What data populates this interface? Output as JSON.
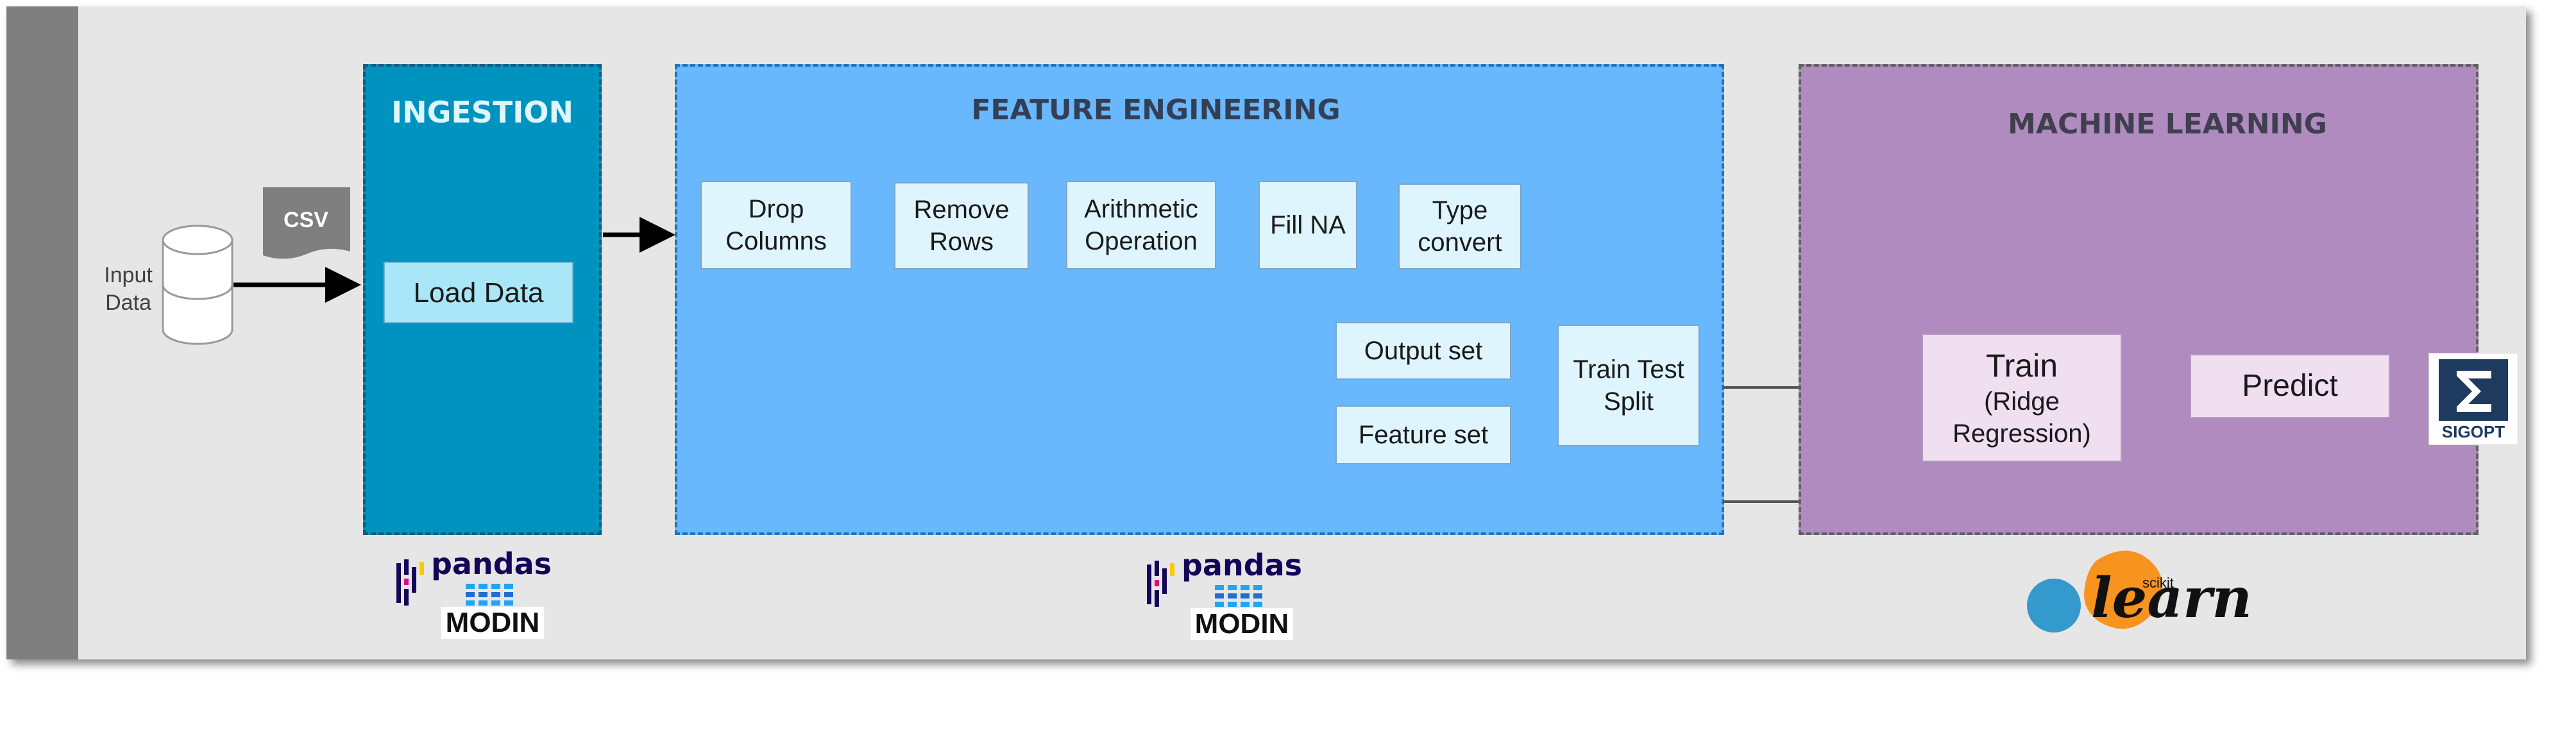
{
  "sections": {
    "ingestion": {
      "title": "INGESTION",
      "node": "Load Data"
    },
    "feature_engineering": {
      "title": "FEATURE ENGINEERING",
      "steps": [
        "Drop Columns",
        "Remove Rows",
        "Arithmetic Operation",
        "Fill NA",
        "Type convert"
      ],
      "output_set": "Output set",
      "feature_set": "Feature set",
      "split": "Train Test Split"
    },
    "machine_learning": {
      "title": "MACHINE LEARNING",
      "train": "Train",
      "train_detail": "(Ridge Regression)",
      "predict": "Predict"
    }
  },
  "input": {
    "label": "Input Data",
    "file_label": "CSV"
  },
  "logos": {
    "pandas": "pandas",
    "modin": "MODIN",
    "sigopt": "SIGOPT",
    "sklearn_small": "scikit",
    "sklearn_big": "learn"
  },
  "colors": {
    "canvas": "#e6e6e6",
    "ingestion": "#0093bf",
    "feature_engineering": "#69b8fd",
    "machine_learning": "#af8bbf",
    "arrow": "#505050"
  }
}
